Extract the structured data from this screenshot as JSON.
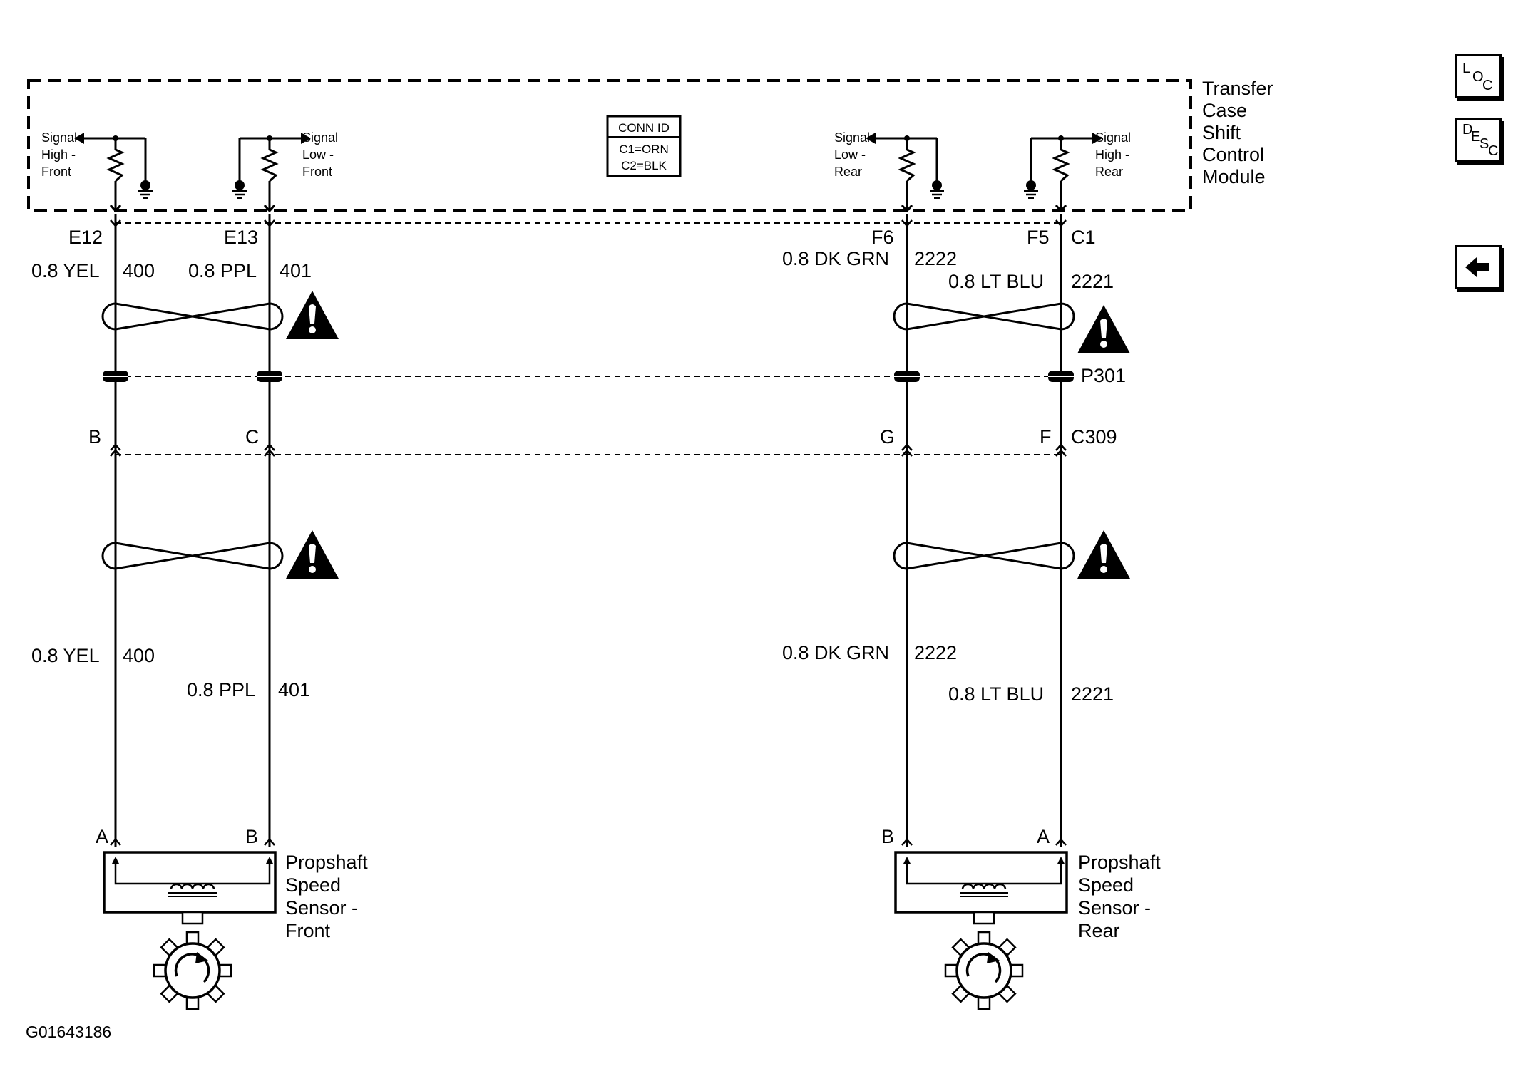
{
  "module": {
    "name_lines": [
      "Transfer",
      "Case",
      "Shift",
      "Control",
      "Module"
    ],
    "conn_id": {
      "title": "CONN ID",
      "lines": [
        "C1=ORN",
        "C2=BLK"
      ]
    },
    "signals": [
      {
        "lines": [
          "Signal",
          "High -",
          "Front"
        ],
        "pin": "E12"
      },
      {
        "lines": [
          "Signal",
          "Low -",
          "Front"
        ],
        "pin": "E13"
      },
      {
        "lines": [
          "Signal",
          "Low -",
          "Rear"
        ],
        "pin": "F6"
      },
      {
        "lines": [
          "Signal",
          "High -",
          "Rear"
        ],
        "pin": "F5"
      }
    ],
    "connector": "C1"
  },
  "wires": [
    {
      "upper_color": "0.8 YEL",
      "upper_circuit": "400",
      "lower_color": "0.8 YEL",
      "lower_circuit": "400",
      "c309_pin": "B",
      "sensor_pin": "A"
    },
    {
      "upper_color": "0.8 PPL",
      "upper_circuit": "401",
      "lower_color": "0.8 PPL",
      "lower_circuit": "401",
      "c309_pin": "C",
      "sensor_pin": "B"
    },
    {
      "upper_color": "0.8 DK GRN",
      "upper_circuit": "2222",
      "lower_color": "0.8 DK GRN",
      "lower_circuit": "2222",
      "c309_pin": "G",
      "sensor_pin": "B"
    },
    {
      "upper_color": "0.8 LT BLU",
      "upper_circuit": "2221",
      "lower_color": "0.8 LT BLU",
      "lower_circuit": "2221",
      "c309_pin": "F",
      "sensor_pin": "A"
    }
  ],
  "splice_label": "P301",
  "inline_connector": "C309",
  "sensors": [
    {
      "lines": [
        "Propshaft",
        "Speed",
        "Sensor -",
        "Front"
      ]
    },
    {
      "lines": [
        "Propshaft",
        "Speed",
        "Sensor -",
        "Rear"
      ]
    }
  ],
  "figure_id": "G01643186",
  "nav": {
    "loc": [
      "L",
      "O",
      "C"
    ],
    "desc": [
      "D",
      "E",
      "S",
      "C"
    ],
    "back_icon": "left-arrow-icon"
  }
}
